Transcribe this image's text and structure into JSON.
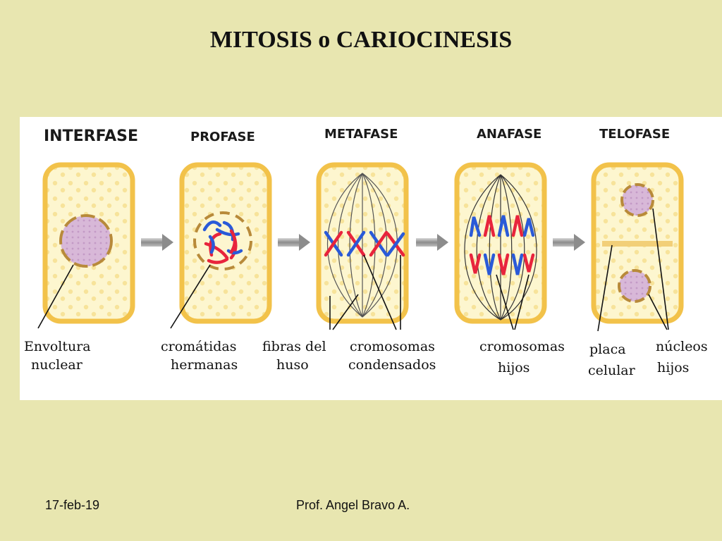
{
  "slide": {
    "title": "MITOSIS  o  CARIOCINESIS"
  },
  "phases": [
    {
      "name": "INTERFASE"
    },
    {
      "name": "PROFASE"
    },
    {
      "name": "METAFASE"
    },
    {
      "name": "ANAFASE"
    },
    {
      "name": "TELOFASE"
    }
  ],
  "labels": {
    "envoltura_1": "Envoltura",
    "envoltura_2": "nuclear",
    "cromatidas_1": "cromátidas",
    "cromatidas_2": "hermanas",
    "fibras_1": "fibras del",
    "fibras_2": "huso",
    "condensados_1": "cromosomas",
    "condensados_2": "condensados",
    "hijos_1": "cromosomas",
    "hijos_2": "hijos",
    "placa_1": "placa",
    "placa_2": "celular",
    "nucleos_1": "núcleos",
    "nucleos_2": "hijos"
  },
  "colors": {
    "background": "#e8e6b0",
    "cell_wall": "#f2c24a",
    "cell_fill": "#fdf6cf",
    "nucleus": "#d8b8d8",
    "chromosome_red": "#e8243c",
    "chromosome_blue": "#2a5ad8",
    "arrow": "#9a9a9a"
  },
  "footer": {
    "date": "17-feb-19",
    "author": "Prof.  Angel Bravo A."
  }
}
